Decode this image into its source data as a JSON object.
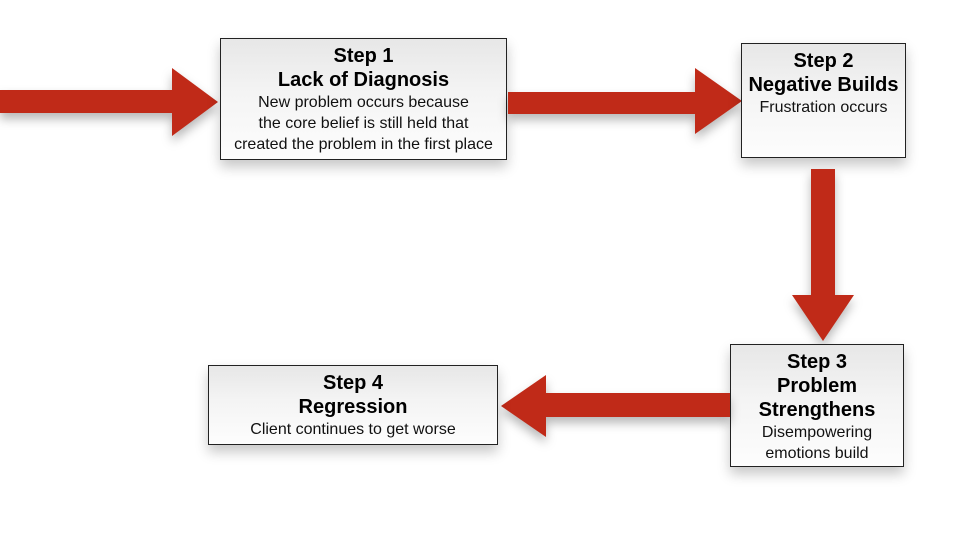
{
  "colors": {
    "arrow_red": "#c02a18",
    "box_border": "#222222",
    "box_fill_top": "#e7e7e7",
    "box_fill_bottom": "#fdfdfd",
    "text_color": "#000000",
    "bg": "#ffffff"
  },
  "steps": [
    {
      "title": "Step 1\nLack of Diagnosis",
      "body": "New problem occurs because\nthe core belief is still held that\ncreated the problem in the first place"
    },
    {
      "title": "Step 2\nNegative Builds",
      "body": "Frustration occurs"
    },
    {
      "title": "Step 3\nProblem\nStrengthens",
      "body": "Disempowering\nemotions build"
    },
    {
      "title": "Step 4\nRegression",
      "body": "Client continues to get worse"
    }
  ],
  "arrows": [
    {
      "name": "arrow-entry-into-step-1",
      "direction": "right",
      "from": "off-canvas-left",
      "to": "step-1"
    },
    {
      "name": "arrow-step-1-to-step-2",
      "direction": "right",
      "from": "step-1",
      "to": "step-2"
    },
    {
      "name": "arrow-step-2-to-step-3",
      "direction": "down",
      "from": "step-2",
      "to": "step-3"
    },
    {
      "name": "arrow-step-3-to-step-4",
      "direction": "left",
      "from": "step-3",
      "to": "step-4"
    }
  ]
}
